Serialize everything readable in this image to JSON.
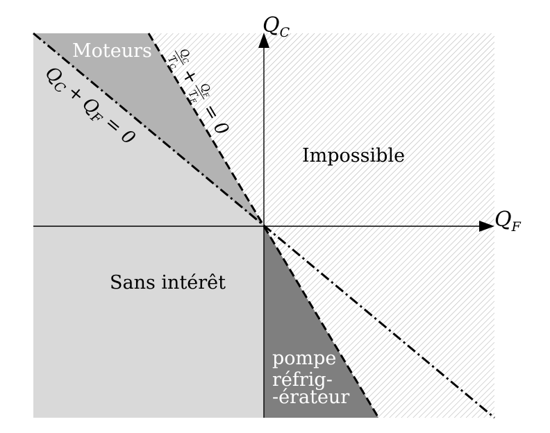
{
  "axes": {
    "x_label_main": "Q",
    "x_label_sub": "F",
    "y_label_main": "Q",
    "y_label_sub": "C"
  },
  "regions": {
    "moteurs": "Moteurs",
    "impossible": "Impossible",
    "sans_interet": "Sans intérêt",
    "pompe_line1": "pompe",
    "pompe_line2": "réfrig-",
    "pompe_line3": "-érateur"
  },
  "lines": {
    "energy_eq": {
      "q1": "Q",
      "q1_sub": "C",
      "plus": "+",
      "q2": "Q",
      "q2_sub": "F",
      "equals": "= 0"
    },
    "clausius_eq": {
      "frac1_num": "Q",
      "frac1_num_sub": "C",
      "frac1_den": "T",
      "frac1_den_sub": "C",
      "plus": "+",
      "frac2_num": "Q",
      "frac2_num_sub": "F",
      "frac2_den": "T",
      "frac2_den_sub": "F",
      "equals": "= 0"
    }
  },
  "colors": {
    "light_gray": "#d9d9d9",
    "medium_gray": "#b3b3b3",
    "dark_gray": "#7f7f7f",
    "hatch": "#b0b0b0"
  }
}
